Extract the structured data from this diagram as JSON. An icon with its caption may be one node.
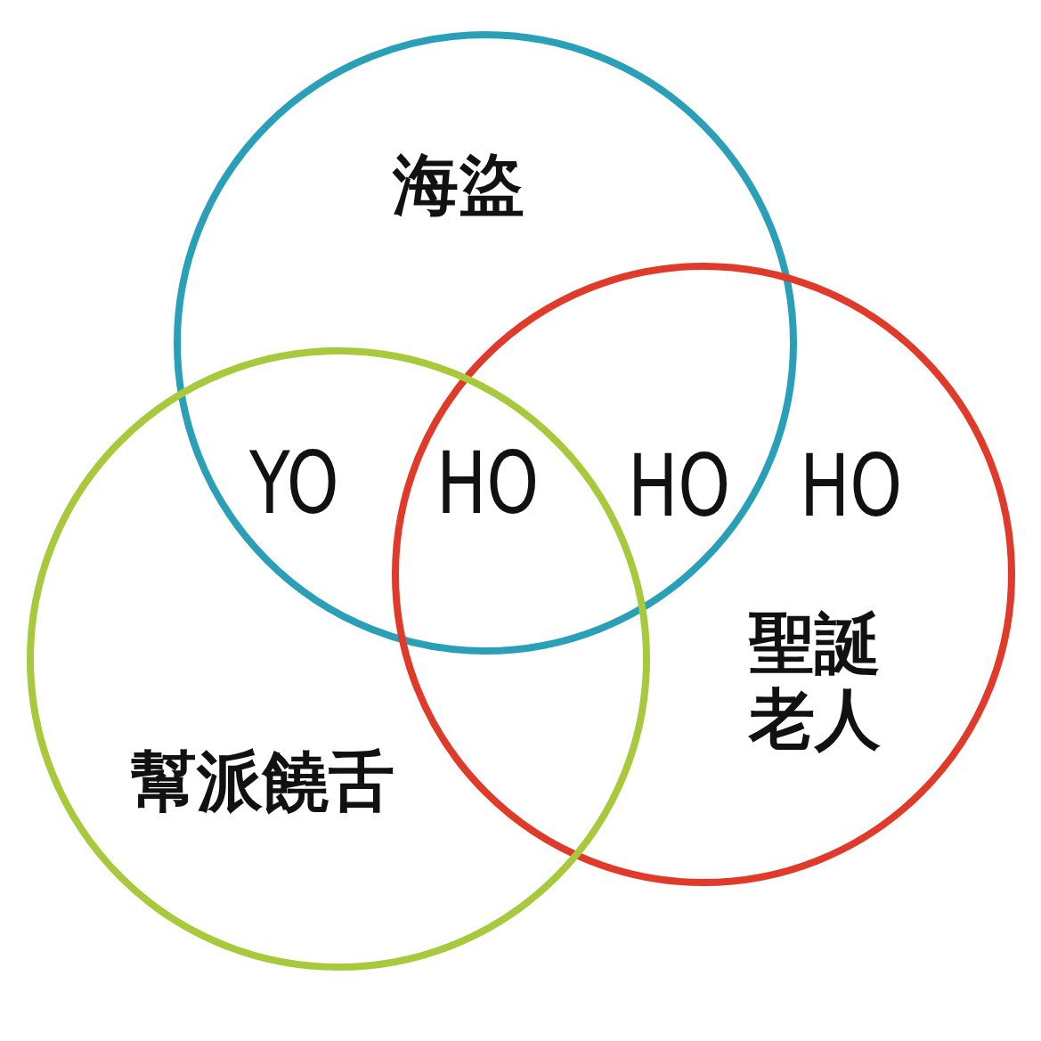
{
  "diagram": {
    "nodes": [
      {
        "text": [
          "海盜"
        ]
      },
      {
        "text": [
          "聖誕老人"
        ]
      },
      {
        "text": [
          "幫派饒舌"
        ]
      }
    ],
    "labels": [
      "YO",
      "HO",
      "HO",
      "HO"
    ]
  }
}
